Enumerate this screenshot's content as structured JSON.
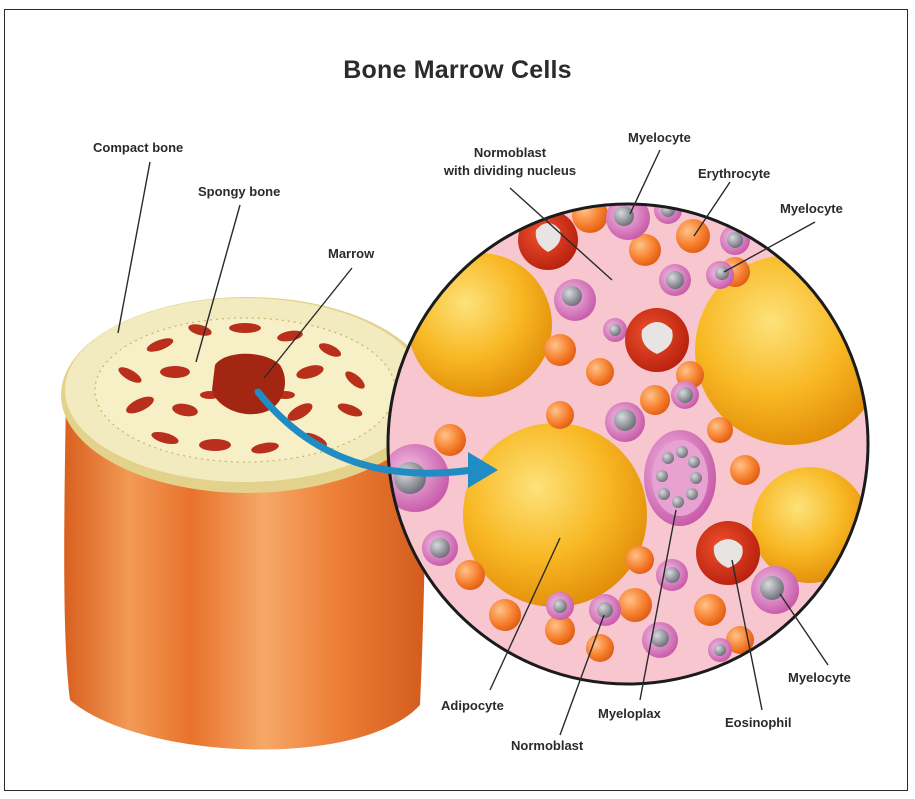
{
  "title": "Bone Marrow Cells",
  "labels": {
    "compact_bone": "Compact bone",
    "spongy_bone": "Spongy bone",
    "marrow": "Marrow",
    "normoblast_dividing_line1": "Normoblast",
    "normoblast_dividing_line2": "with dividing nucleus",
    "myelocyte_top": "Myelocyte",
    "erythrocyte": "Erythrocyte",
    "myelocyte_right": "Myelocyte",
    "adipocyte": "Adipocyte",
    "normoblast": "Normoblast",
    "myeloplax": "Myeloplax",
    "eosinophil": "Eosinophil",
    "myelocyte_bottom": "Myelocyte"
  },
  "colors": {
    "bone_orange": "#e9772e",
    "bone_light": "#f6a565",
    "compact_bone": "#efe6b0",
    "marrow_red": "#b8301c",
    "circle_pink": "#f7c6cf",
    "adipocyte_yellow": "#f6b31a",
    "arrow_blue": "#1f8cc4"
  }
}
